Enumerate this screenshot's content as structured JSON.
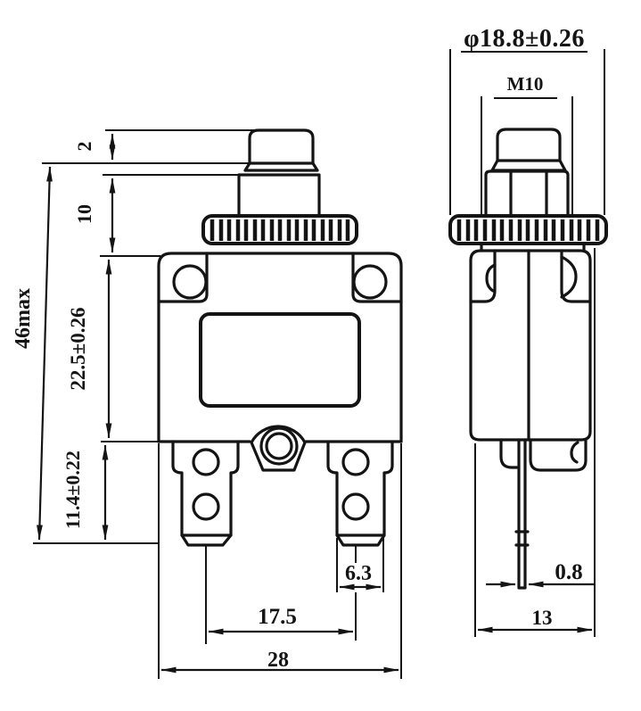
{
  "drawing_type": "circuit-breaker dimensional drawing, front and side orthographic views",
  "dimensions": {
    "front": {
      "cap_height": "2",
      "bushing_height": "10",
      "overall_height": "46max",
      "body_height": "22.5±0.26",
      "terminal_length": "11.4±0.22",
      "terminal_width": "6.3",
      "terminal_pitch": "17.5",
      "body_width": "28"
    },
    "side": {
      "bezel_diameter": "φ18.8±0.26",
      "thread_size": "M10",
      "blade_thickness": "0.8",
      "body_depth": "13"
    }
  },
  "line_color": "#141414",
  "background_color": "#ffffff"
}
